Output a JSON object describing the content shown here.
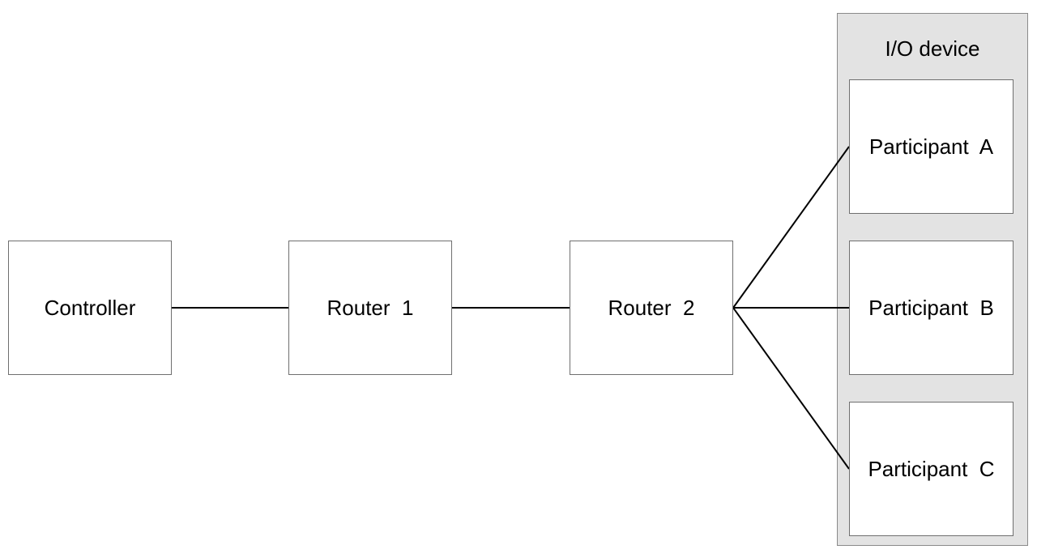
{
  "group": {
    "title": "I/O device",
    "fill_color": "#e3e3e3"
  },
  "nodes": {
    "controller": "Controller",
    "router_1": "Router  1",
    "router_2": "Router  2",
    "participant_a": "Participant  A",
    "participant_b": "Participant  B",
    "participant_c": "Participant  C"
  },
  "edges": [
    {
      "from": "Controller",
      "to": "Router  1"
    },
    {
      "from": "Router  1",
      "to": "Router  2"
    },
    {
      "from": "Router  2",
      "to": "Participant  A"
    },
    {
      "from": "Router  2",
      "to": "Participant  B"
    },
    {
      "from": "Router  2",
      "to": "Participant  C"
    }
  ]
}
